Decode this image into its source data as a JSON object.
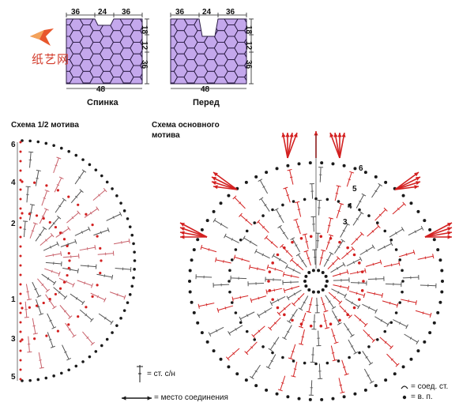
{
  "watermark": {
    "text": "纸艺网",
    "bird_icon": "origami-bird-icon",
    "color": "#e8572c"
  },
  "garment": {
    "back": {
      "caption": "Спинка",
      "top": [
        "36",
        "24",
        "36"
      ],
      "bottom": "48",
      "side": [
        "18",
        "12",
        "36"
      ]
    },
    "front": {
      "caption": "Перед",
      "top": [
        "36",
        "24",
        "36"
      ],
      "bottom": "48",
      "side": [
        "18",
        "12",
        "36"
      ]
    },
    "fill_color": "#c4a8ec"
  },
  "half_motif": {
    "title": "Схема 1/2 мотива",
    "row_numbers": [
      "6",
      "4",
      "2",
      "1",
      "3",
      "5"
    ]
  },
  "main_motif": {
    "title_line1": "Схема основного",
    "title_line2": "мотива",
    "row_numbers": [
      "6",
      "5",
      "4",
      "3"
    ]
  },
  "legend": {
    "dc": "= ст. с/н",
    "join": "= место соединения",
    "sl_st": "= соед. ст.",
    "ch": "= в. п."
  },
  "colors": {
    "black": "#1a1a1a",
    "red": "#d32020",
    "pink": "#c8606a",
    "grey": "#555555"
  }
}
